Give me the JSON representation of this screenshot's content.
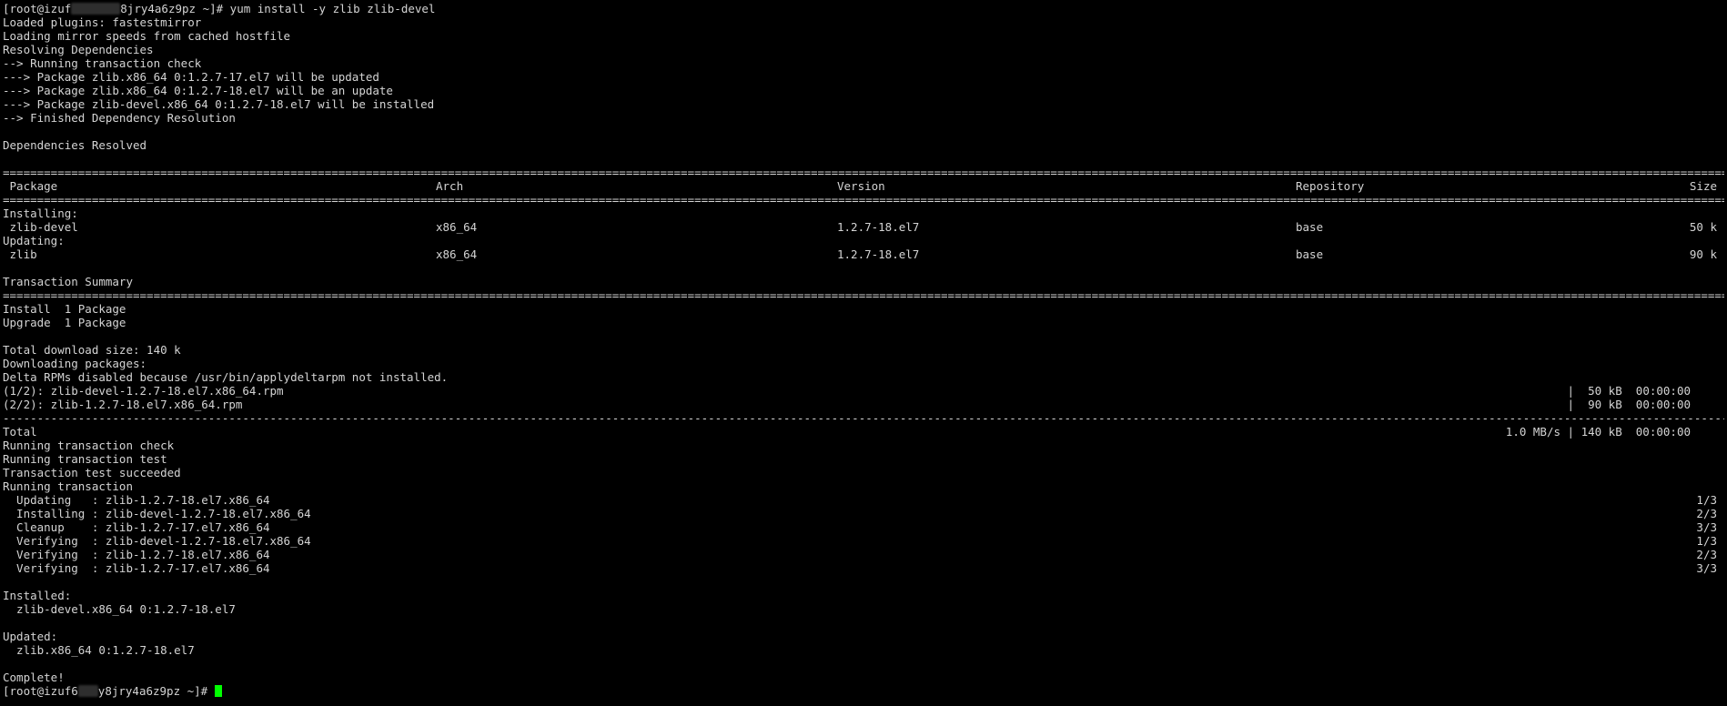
{
  "prompt1": {
    "user": "[root@izuf",
    "host": "8jry4a6z9pz ~]#",
    "cmd": " yum install -y zlib zlib-devel"
  },
  "lines_a": [
    "Loaded plugins: fastestmirror",
    "Loading mirror speeds from cached hostfile",
    "Resolving Dependencies",
    "--> Running transaction check",
    "---> Package zlib.x86_64 0:1.2.7-17.el7 will be updated",
    "---> Package zlib.x86_64 0:1.2.7-18.el7 will be an update",
    "---> Package zlib-devel.x86_64 0:1.2.7-18.el7 will be installed",
    "--> Finished Dependency Resolution",
    "",
    "Dependencies Resolved",
    ""
  ],
  "separator_eq": "================================================================================================================================================================================================================================================================================",
  "separator_dash": "--------------------------------------------------------------------------------------------------------------------------------------------------------------------------------------------------------------------------------------------------------------------------------",
  "table": {
    "headers": {
      "package": " Package",
      "arch": "Arch",
      "version": "Version",
      "repository": "Repository",
      "size": "Size"
    },
    "installing_label": "Installing:",
    "updating_label": "Updating:",
    "rows": [
      {
        "package": " zlib-devel",
        "arch": "x86_64",
        "version": "1.2.7-18.el7",
        "repository": "base",
        "size": "50 k"
      },
      {
        "package": " zlib",
        "arch": "x86_64",
        "version": "1.2.7-18.el7",
        "repository": "base",
        "size": "90 k"
      }
    ]
  },
  "summary": {
    "title": "Transaction Summary",
    "install": "Install  1 Package",
    "upgrade": "Upgrade  1 Package"
  },
  "download": {
    "total_size": "Total download size: 140 k",
    "downloading": "Downloading packages:",
    "delta": "Delta RPMs disabled because /usr/bin/applydeltarpm not installed.",
    "files": [
      {
        "name": "(1/2): zlib-devel-1.2.7-18.el7.x86_64.rpm",
        "stats": "|  50 kB  00:00:00"
      },
      {
        "name": "(2/2): zlib-1.2.7-18.el7.x86_64.rpm",
        "stats": "|  90 kB  00:00:00"
      }
    ],
    "total_label": "Total",
    "total_stats": "1.0 MB/s | 140 kB  00:00:00"
  },
  "transaction": {
    "lines": [
      "Running transaction check",
      "Running transaction test",
      "Transaction test succeeded",
      "Running transaction"
    ],
    "steps": [
      {
        "text": "  Updating   : zlib-1.2.7-18.el7.x86_64",
        "count": "1/3"
      },
      {
        "text": "  Installing : zlib-devel-1.2.7-18.el7.x86_64",
        "count": "2/3"
      },
      {
        "text": "  Cleanup    : zlib-1.2.7-17.el7.x86_64",
        "count": "3/3"
      },
      {
        "text": "  Verifying  : zlib-devel-1.2.7-18.el7.x86_64",
        "count": "1/3"
      },
      {
        "text": "  Verifying  : zlib-1.2.7-18.el7.x86_64",
        "count": "2/3"
      },
      {
        "text": "  Verifying  : zlib-1.2.7-17.el7.x86_64",
        "count": "3/3"
      }
    ]
  },
  "result": {
    "installed_label": "Installed:",
    "installed_pkg": "  zlib-devel.x86_64 0:1.2.7-18.el7",
    "updated_label": "Updated:",
    "updated_pkg": "  zlib.x86_64 0:1.2.7-18.el7",
    "complete": "Complete!"
  },
  "prompt2": {
    "user": "[root@izuf6",
    "host": "y8jry4a6z9pz ~]#"
  },
  "colors": {
    "background": "#000000",
    "text": "#d4d4d4",
    "cursor": "#00ff00"
  }
}
